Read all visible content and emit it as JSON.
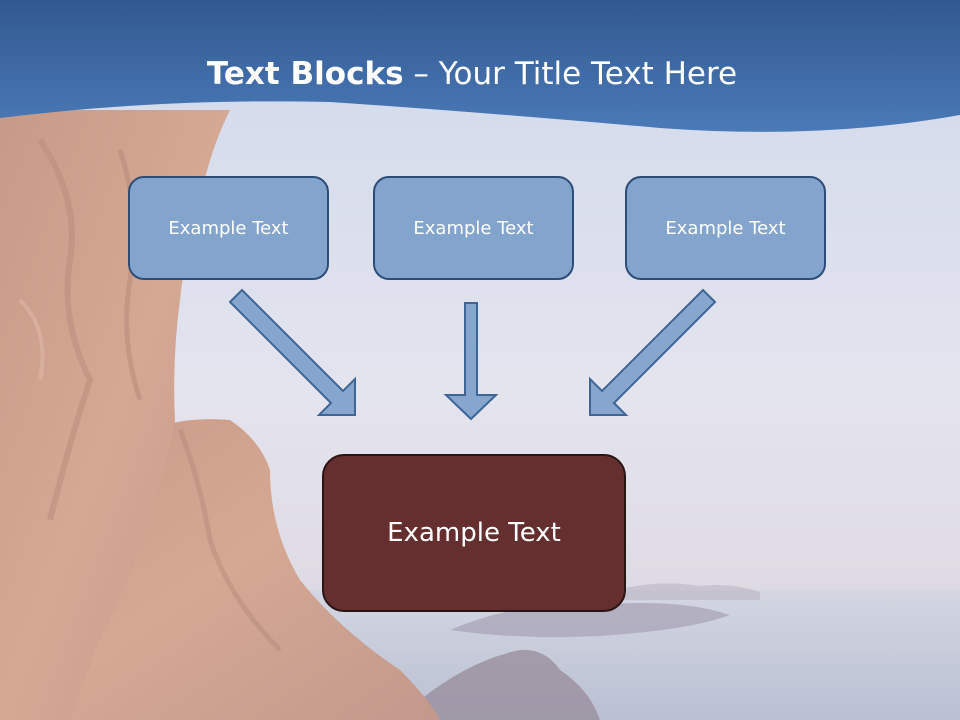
{
  "slide": {
    "title_bold": "Text Blocks",
    "title_rest": " – Your Title Text Here",
    "top_boxes": [
      {
        "label": "Example Text"
      },
      {
        "label": "Example Text"
      },
      {
        "label": "Example Text"
      }
    ],
    "target_box": {
      "label": "Example Text"
    }
  },
  "colors": {
    "header_blue": "#3e6ba6",
    "box_fill": "#82a4cd",
    "box_border": "#2c4d78",
    "arrow_fill": "#86a6ce",
    "target_fill": "#662f2f"
  }
}
